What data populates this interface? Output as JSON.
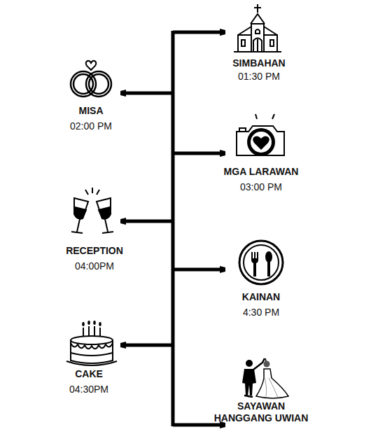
{
  "diagram": {
    "labels": [
      "SIMBAHAN",
      "01:30 PM",
      "MISA",
      "02:00 PM",
      "MGA LARAWAN",
      "03:00 PM",
      "RECEPTION",
      "04:00PM",
      "KAINAN",
      "4:30 PM",
      "CAKE",
      "04:30PM",
      "SAYAWAN HANGGANG UWIAN"
    ]
  }
}
